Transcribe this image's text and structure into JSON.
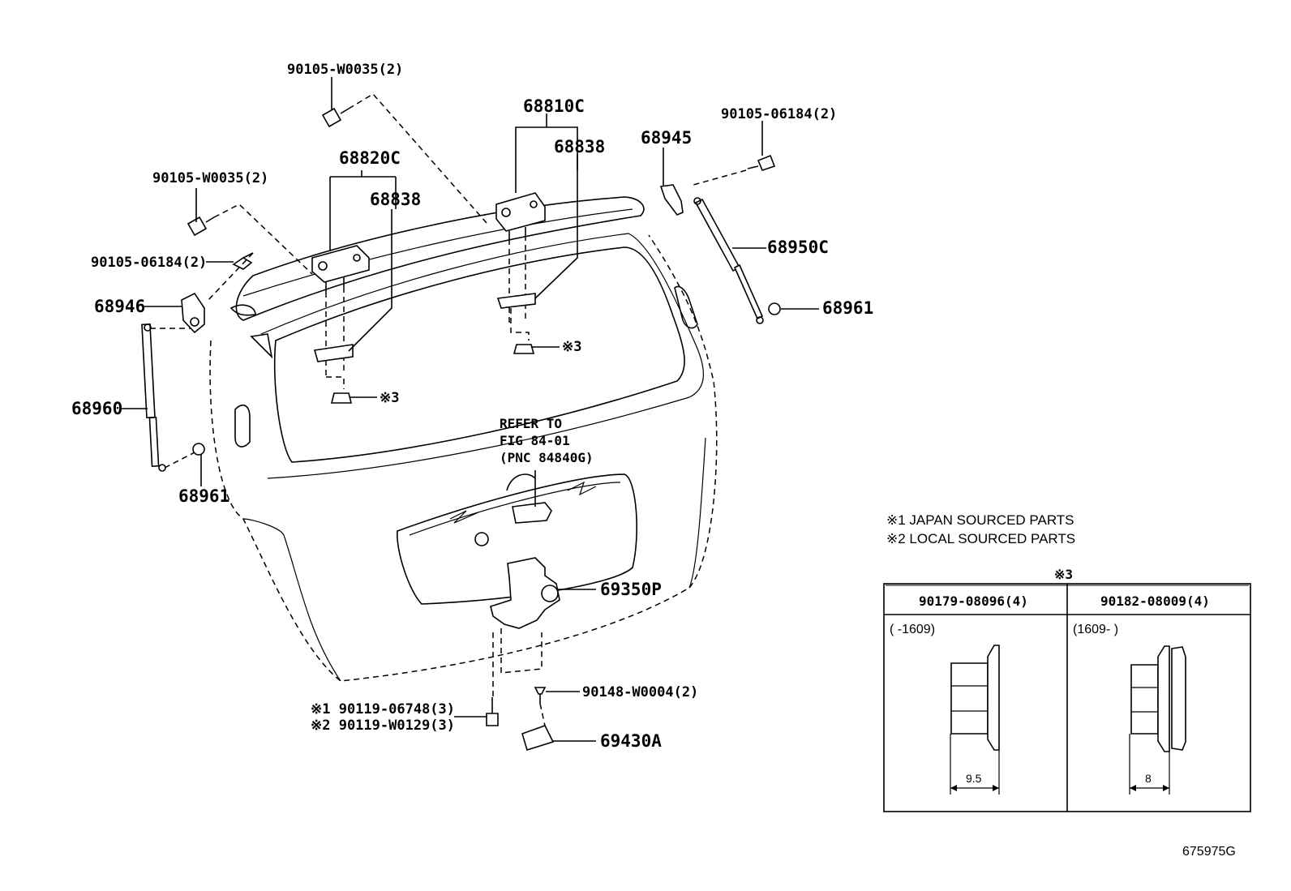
{
  "labels": {
    "bolt_top_center": "90105-W0035(2)",
    "bolt_top_left": "90105-W0035(2)",
    "bolt_left_6184": "90105-06184(2)",
    "bolt_right_6184": "90105-06184(2)",
    "hinge_center": "68810C",
    "hinge_left": "68820C",
    "shim_center": "68838",
    "shim_left": "68838",
    "bracket_right": "68945",
    "bracket_left": "68946",
    "strut_right": "68950C",
    "strut_left": "68960",
    "ball_stud_right": "68961",
    "ball_stud_left": "68961",
    "nut_ref_center": "※3",
    "nut_ref_left": "※3",
    "refer_line1": "REFER TO",
    "refer_line2": "FIG 84-01",
    "refer_line3": "(PNC 84840G)",
    "lock": "69350P",
    "screw": "90148-W0004(2)",
    "striker_cover": "69430A",
    "bolt_japan": "※1 90119-06748(3)",
    "bolt_local": "※2 90119-W0129(3)"
  },
  "notes": {
    "note1": "※1 JAPAN SOURCED PARTS",
    "note2": "※2 LOCAL SOURCED PARTS"
  },
  "table": {
    "ref_mark": "※3",
    "col1": {
      "part": "90179-08096(4)",
      "range": "(      -1609)",
      "dimension": "9.5"
    },
    "col2": {
      "part": "90182-08009(4)",
      "range": "(1609-      )",
      "dimension": "8"
    }
  },
  "figure_code": "675975G"
}
